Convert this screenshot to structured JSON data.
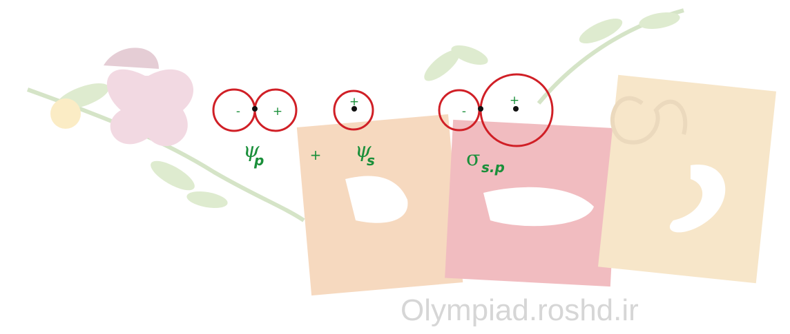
{
  "diagram": {
    "p_orbital": {
      "left_lobe_sign": "-",
      "right_lobe_sign": "+",
      "symbol": "ψ",
      "subscript": "p"
    },
    "operator": "+",
    "s_orbital": {
      "sign": "+",
      "symbol": "ψ",
      "subscript": "s"
    },
    "sigma_bond": {
      "small_lobe_sign": "-",
      "large_lobe_sign": "+",
      "symbol": "σ",
      "subscript": "s.p"
    }
  },
  "watermark": {
    "text": "Olympiad.roshd.ir"
  },
  "colors": {
    "orbital_outline": "#d01f26",
    "label_green": "#1a8f3a",
    "nucleus_dot": "#111111",
    "watermark_gray": "#d6d6d6"
  }
}
